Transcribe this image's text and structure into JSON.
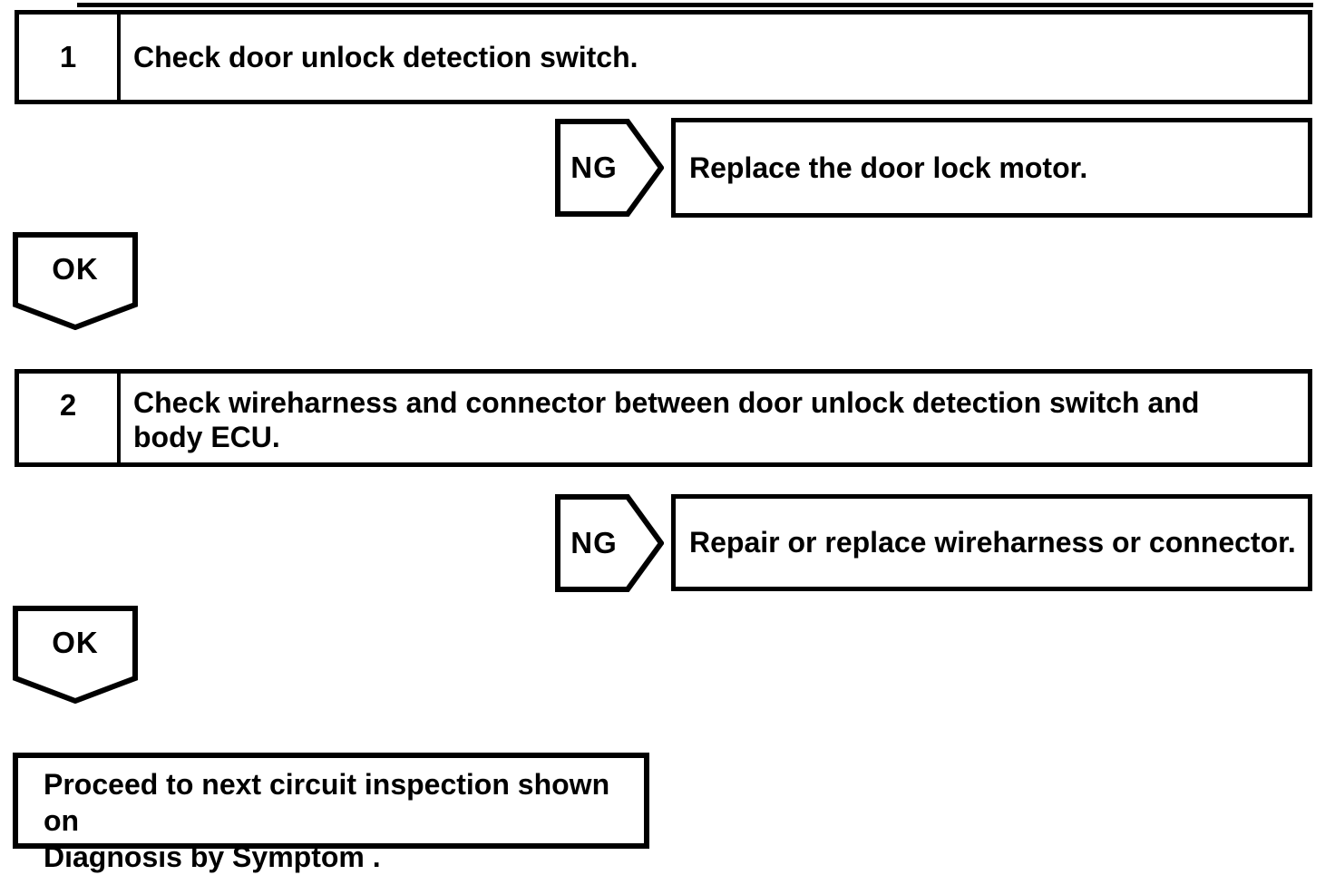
{
  "colors": {
    "ink": "#000000",
    "paper": "#ffffff"
  },
  "flow": {
    "step1": {
      "number": "1",
      "text": "Check door unlock detection switch."
    },
    "branch1": {
      "connector": "NG",
      "result": "Replace the door lock motor."
    },
    "ok1": {
      "connector": "OK"
    },
    "step2": {
      "number": "2",
      "line1": "Check wireharness and connector between door unlock detection switch and",
      "line2": "body ECU."
    },
    "branch2": {
      "connector": "NG",
      "result": "Repair or replace wireharness or connector."
    },
    "ok2": {
      "connector": "OK"
    },
    "final": {
      "line1": "Proceed to next circuit inspection shown on",
      "line2": "Diagnosis by Symptom ."
    }
  }
}
